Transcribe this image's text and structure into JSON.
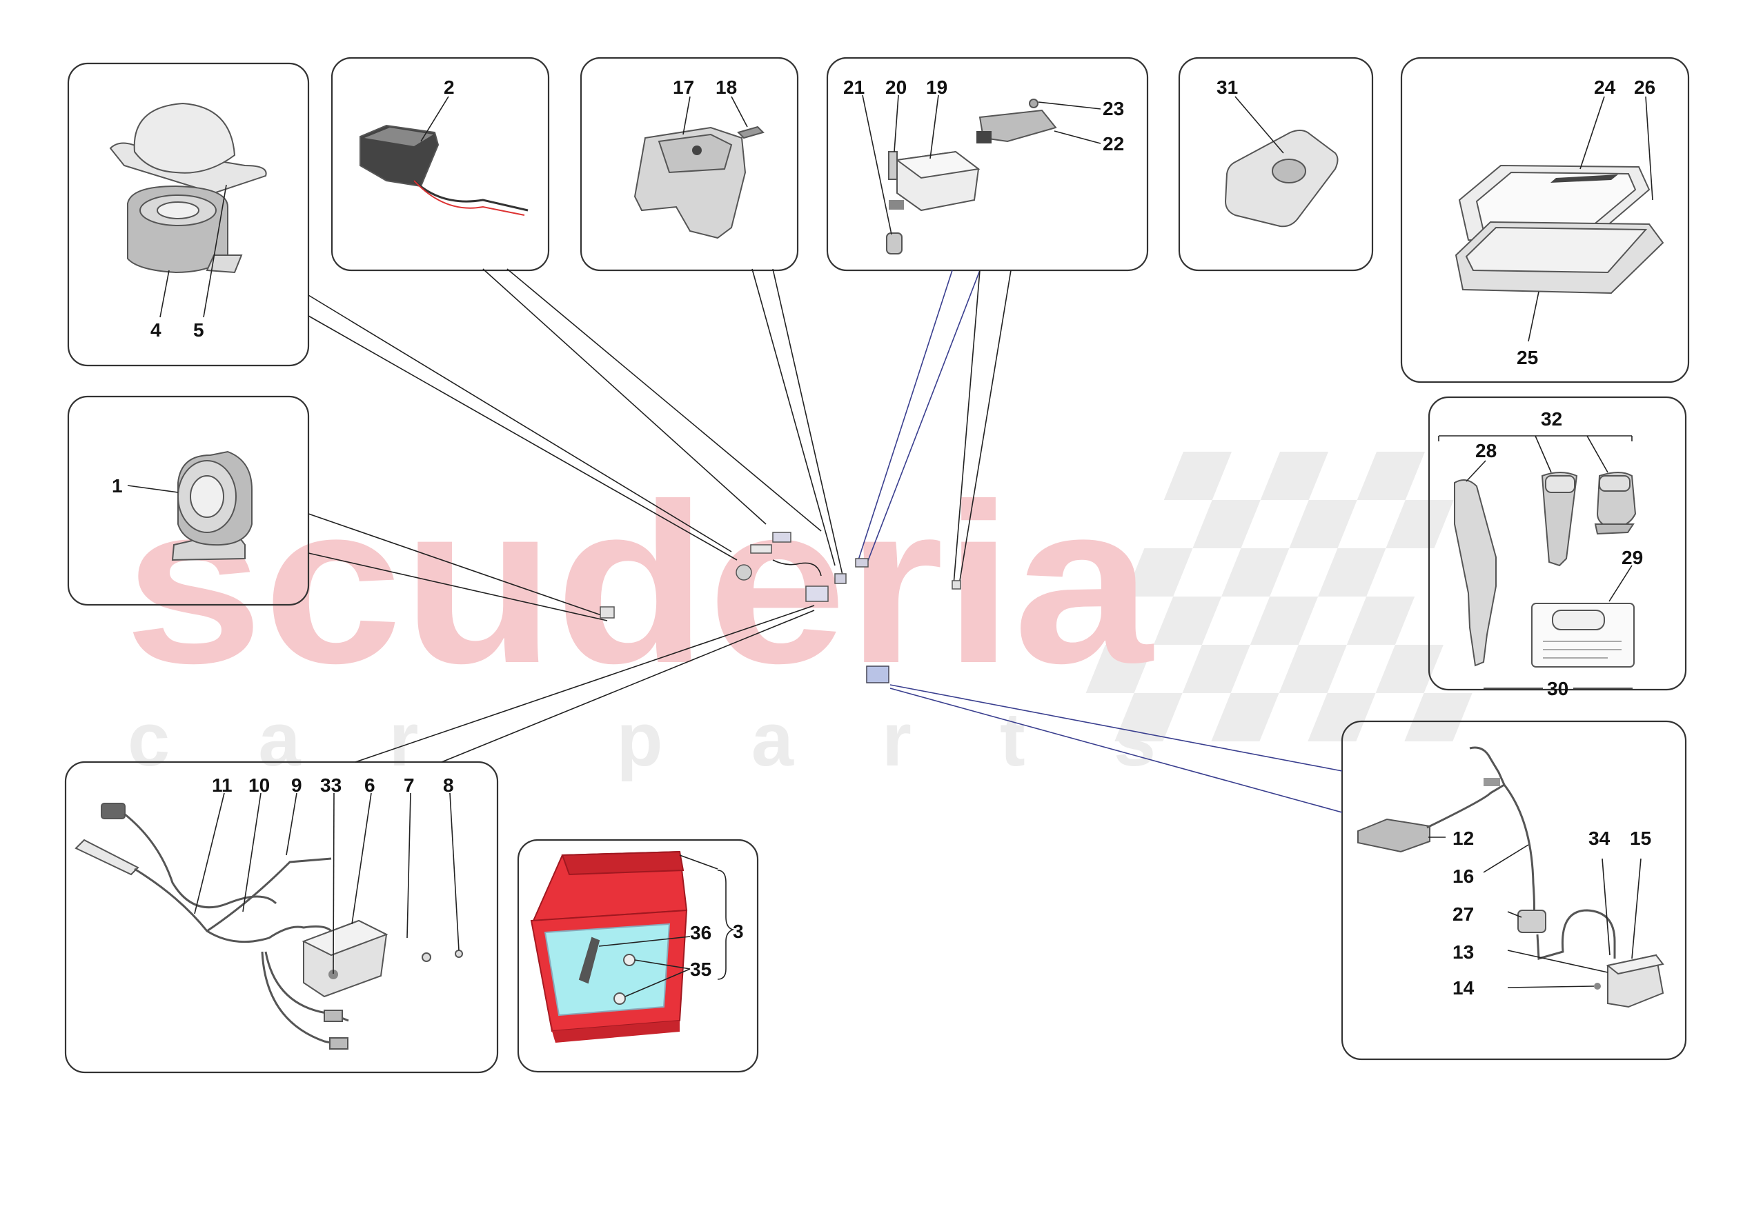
{
  "watermark": {
    "brand": "scuderia",
    "sub": "c a r   p a r t s"
  },
  "labels": {
    "l1": "1",
    "l2": "2",
    "l3": "3",
    "l4": "4",
    "l5": "5",
    "l6": "6",
    "l7": "7",
    "l8": "8",
    "l9": "9",
    "l10": "10",
    "l11": "11",
    "l12": "12",
    "l13": "13",
    "l14": "14",
    "l15": "15",
    "l16": "16",
    "l17": "17",
    "l18": "18",
    "l19": "19",
    "l20": "20",
    "l21": "21",
    "l22": "22",
    "l23": "23",
    "l24": "24",
    "l25": "25",
    "l26": "26",
    "l27": "27",
    "l28": "28",
    "l29": "29",
    "l30": "30",
    "l31": "31",
    "l32": "32",
    "l33": "33",
    "l34": "34",
    "l35": "35",
    "l36": "36"
  },
  "colors": {
    "watermark_red": "#f6c9cc",
    "case_red": "#e8323a",
    "case_inner": "#a9ecf0",
    "leader_blue": "#3a3f8f"
  }
}
